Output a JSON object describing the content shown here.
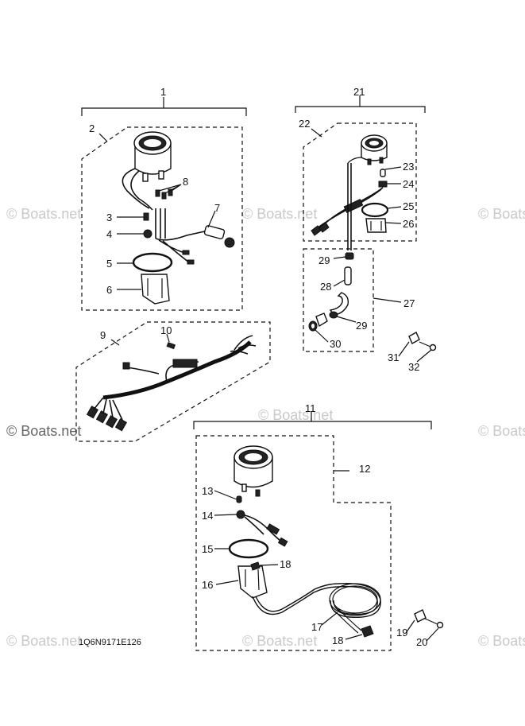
{
  "labels": {
    "l1": "1",
    "l2": "2",
    "l3": "3",
    "l4": "4",
    "l5": "5",
    "l6": "6",
    "l7": "7",
    "l8": "8",
    "l9": "9",
    "l10": "10",
    "l11": "11",
    "l12": "12",
    "l13": "13",
    "l14": "14",
    "l15": "15",
    "l16": "16",
    "l17": "17",
    "l18a": "18",
    "l18b": "18",
    "l19": "19",
    "l20": "20",
    "l21": "21",
    "l22": "22",
    "l23": "23",
    "l24": "24",
    "l25": "25",
    "l26": "26",
    "l27": "27",
    "l28": "28",
    "l29a": "29",
    "l29b": "29",
    "l30": "30",
    "l31": "31",
    "l32": "32"
  },
  "diagram_code": "1Q6N9171E126",
  "watermark": "© Boats.net"
}
